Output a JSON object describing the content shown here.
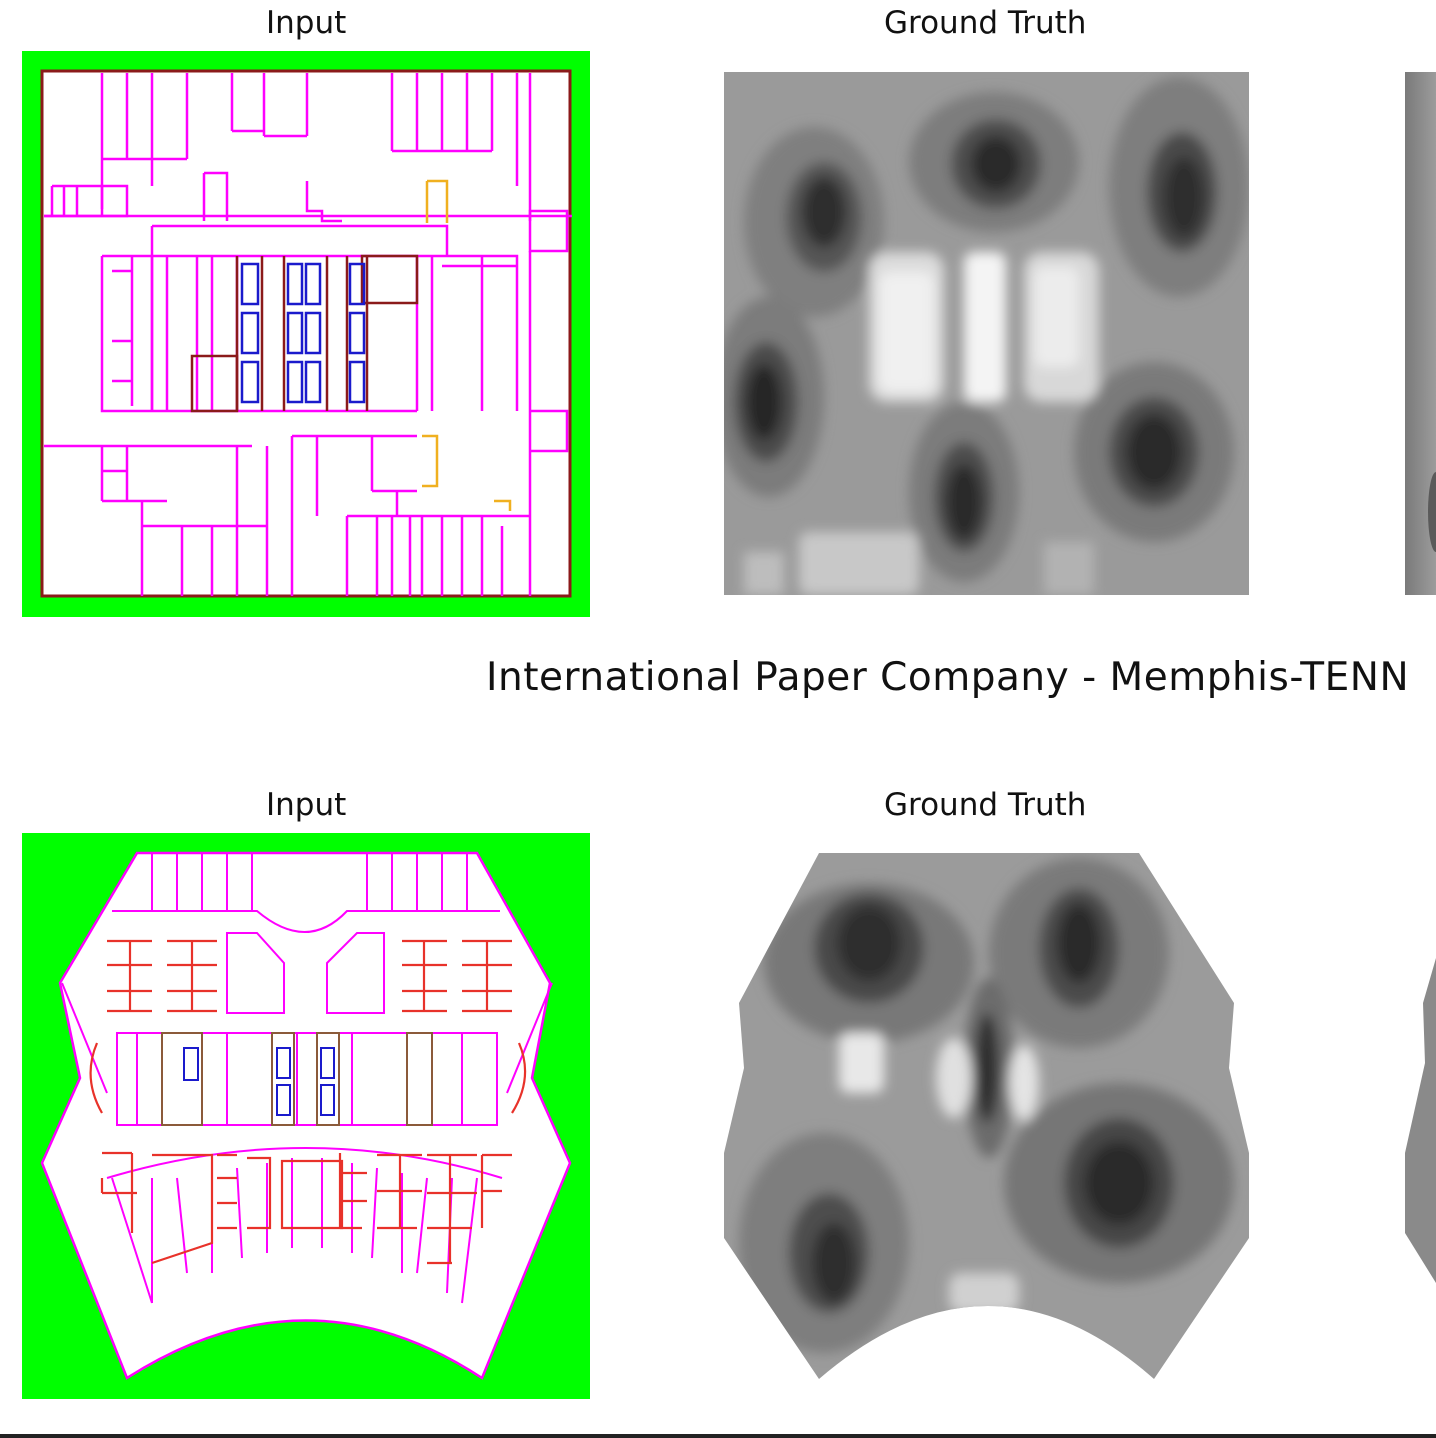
{
  "row1": {
    "input_title": "Input",
    "ground_truth_title": "Ground Truth"
  },
  "figure_caption": "International Paper Company - Memphis-TENN",
  "row2": {
    "input_title": "Input",
    "ground_truth_title": "Ground Truth"
  },
  "colors": {
    "background_green": "#00ff00",
    "wall_magenta": "#ff00ff",
    "wall_red": "#e8322a",
    "elevator_blue": "#1a1acc",
    "core_brown": "#8b1a1a",
    "stair_orange": "#f0b020"
  }
}
